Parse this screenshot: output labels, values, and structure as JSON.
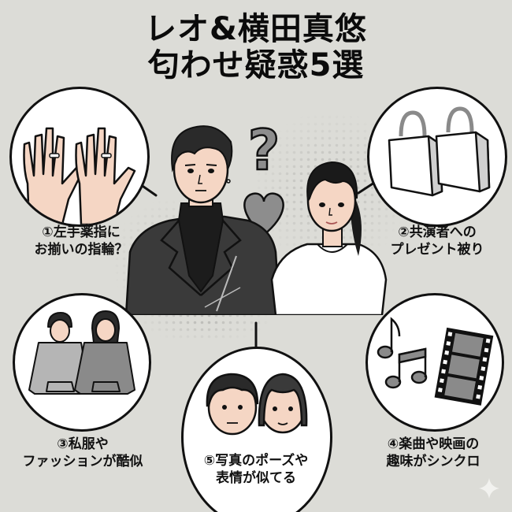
{
  "title": {
    "line1": "レオ&横田真悠",
    "line2": "匂わせ疑惑5選"
  },
  "items": [
    {
      "number": "①",
      "line1": "①左手薬指に",
      "line2": "お揃いの指輪？",
      "icon": "matching-rings-hands-icon"
    },
    {
      "number": "②",
      "line1": "②共演者への",
      "line2": "プレゼント被り",
      "icon": "shopping-bags-icon"
    },
    {
      "number": "③",
      "line1": "③私服や",
      "line2": "ファッションが酷似",
      "icon": "matching-hoodies-icon"
    },
    {
      "number": "④",
      "line1": "④楽曲や映画の",
      "line2": "趣味がシンクロ",
      "icon": "music-film-icon"
    },
    {
      "number": "⑤",
      "line1": "⑤写真のポーズや",
      "line2": "表情が似てる",
      "icon": "similar-faces-icon"
    }
  ],
  "center": {
    "question_mark": "?",
    "heart_icon": "heart-icon",
    "people": [
      "man-in-leather-jacket",
      "woman-in-white-tshirt"
    ]
  },
  "colors": {
    "background": "#dcdcd7",
    "outline": "#111111",
    "skin": "#f5d6c4",
    "gray_icon": "#8a8a8a",
    "jacket": "#3a3a3a"
  }
}
